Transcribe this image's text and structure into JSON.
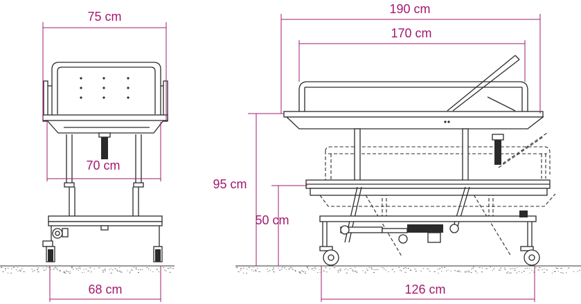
{
  "front_view": {
    "width_top": "75 cm",
    "width_inner": "70 cm",
    "width_base": "68 cm"
  },
  "side_view": {
    "length_total": "190 cm",
    "length_mattress": "170 cm",
    "height_max": "95 cm",
    "height_min": "50 cm",
    "wheelbase": "126 cm"
  },
  "colors": {
    "dimension": "#a3186f",
    "outline": "#2a2a2a"
  }
}
